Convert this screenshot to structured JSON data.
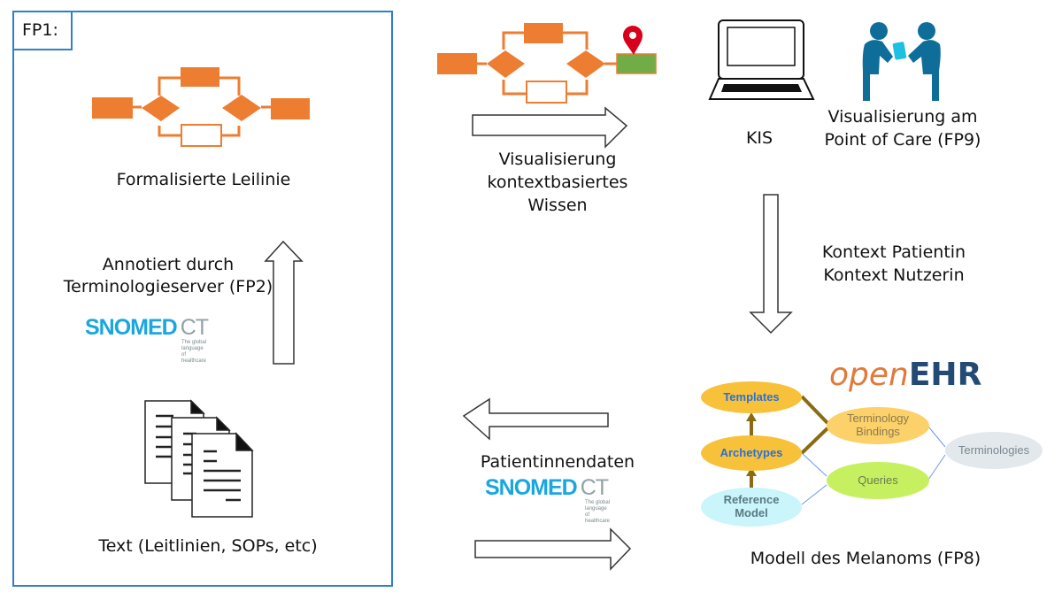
{
  "fp1_box": {
    "tag": "FP1:",
    "guideline_label": "Formalisierte Leilinie",
    "annotation_label_line1": "Annotiert durch",
    "annotation_label_line2": "Terminologieserver (FP2)",
    "text_label": "Text (Leitlinien, SOPs, etc)"
  },
  "snomed_logo": {
    "main": "SNOMED",
    "suffix": "CT",
    "tagline_line1": "The global",
    "tagline_line2": "language of",
    "tagline_line3": "healthcare"
  },
  "visualization": {
    "label_line1": "Visualisierung",
    "label_line2": "kontextbasiertes",
    "label_line3": "Wissen"
  },
  "kis": {
    "label": "KIS"
  },
  "point_of_care": {
    "label_line1": "Visualisierung am",
    "label_line2": "Point of Care (FP9)"
  },
  "context": {
    "line1": "Kontext Patientin",
    "line2": "Kontext Nutzerin"
  },
  "patient_data": {
    "label": "Patientinnendaten"
  },
  "openehr": {
    "logo_open": "open",
    "logo_ehr": "EHR",
    "nodes": {
      "templates": "Templates",
      "archetypes": "Archetypes",
      "reference_model_line1": "Reference",
      "reference_model_line2": "Model",
      "terminology_bindings_line1": "Terminology",
      "terminology_bindings_line2": "Bindings",
      "queries": "Queries",
      "terminologies": "Terminologies"
    },
    "model_label": "Modell des Melanoms (FP8)"
  },
  "colors": {
    "box_border": "#2e80c8",
    "flow_orange": "#ed7d31",
    "flow_green": "#70ad47",
    "pin_red": "#d9001b",
    "people_blue": "#0f6e99",
    "tablet_cyan": "#1cc0e0",
    "snomed_blue": "#1aa6e0",
    "ellipse_yellow": "#f7c23a",
    "ellipse_light_yellow": "#fcd16a",
    "ellipse_green": "#c6f060",
    "ellipse_cyan": "#c9f5fb",
    "ellipse_grey": "#e3e8ec",
    "link_brown": "#8a6a12"
  }
}
